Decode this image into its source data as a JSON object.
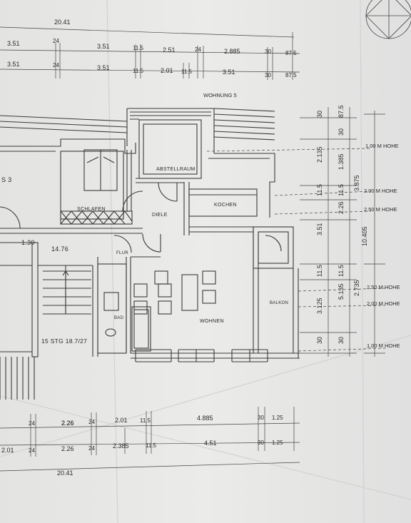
{
  "drawing": {
    "title": "WOHNUNG 5",
    "stair_label": "15 STG 18.7/27",
    "stair_height": "1.30",
    "floor_level": "14.76"
  },
  "rooms": {
    "abstellraum": "ABSTELLRAUM",
    "schlafen": "SCHLAFEN",
    "diele": "DIELE",
    "kochen": "KOCHEN",
    "flur": "FLUR",
    "bad": "BAD",
    "wohnen": "WOHNEN",
    "balkon": "BALKON",
    "left_partial": "S 3"
  },
  "top_dims": {
    "overall": "20.41",
    "row1": [
      "3.51",
      "24",
      "3.51",
      "11.5",
      "2.51",
      "24",
      "2.885",
      "30",
      "87.5"
    ],
    "row2": [
      "3.51",
      "24",
      "3.51",
      "11.5",
      "2.01",
      "11.5",
      "3.51",
      "30",
      "87.5"
    ]
  },
  "bottom_dims": {
    "overall": "20.41",
    "row1": [
      "2.26",
      "24",
      "2.26",
      "24",
      "2.01",
      "11.5",
      "4.885",
      "30",
      "1.25"
    ],
    "row2": [
      "2.01",
      "24",
      "2.26",
      "24",
      "2.385",
      "11.5",
      "4.51",
      "30",
      "1.25"
    ]
  },
  "right_dims": {
    "col1": [
      "30",
      "2.135",
      "11.5",
      "3.51",
      "11.5",
      "3.125",
      "30"
    ],
    "col2": [
      "87.5",
      "30",
      "1.385",
      "11.5",
      "2.26",
      "11.5",
      "5.135",
      "30"
    ],
    "col3": [
      "3.875",
      "10.405",
      "2.735"
    ]
  },
  "heights": [
    "1.00 M HOHE",
    "2.00 M HOHE",
    "2.50 M HOHE",
    "2.50 M HOHE",
    "2.00 M HOHE",
    "1.00 M HOHE"
  ]
}
